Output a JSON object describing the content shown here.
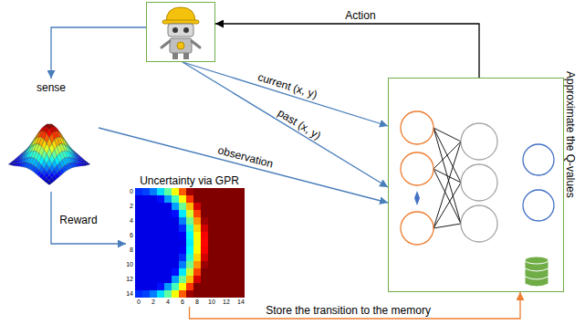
{
  "diagram": {
    "nodes": [
      {
        "text": []
      },
      {
        "text": [
          "sense"
        ]
      },
      {
        "text": [
          "Uncertainty via GPR"
        ]
      },
      {
        "text": [
          "Approximate the Q-values"
        ]
      }
    ],
    "edges": [
      {
        "from": 0,
        "to": 1,
        "arrow": "to"
      },
      {
        "from": 3,
        "to": 0,
        "label": "Action",
        "arrow": "to"
      },
      {
        "from": 0,
        "to": 3,
        "label": "current (x, y)",
        "arrow": "to"
      },
      {
        "from": 0,
        "to": 3,
        "label": "past (x, y)",
        "arrow": "to"
      },
      {
        "from": 1,
        "to": 3,
        "label": "observation",
        "arrow": "to"
      },
      {
        "from": 1,
        "to": 2,
        "label": "Reward",
        "arrow": "to"
      },
      {
        "from": 2,
        "to": 3,
        "label": "Store the transition to the memory",
        "arrow": "to"
      }
    ],
    "labels": [
      "0",
      "2",
      "4",
      "6",
      "8",
      "10",
      "12",
      "14",
      "0",
      "2",
      "4",
      "6",
      "8",
      "10",
      "12",
      "14"
    ]
  }
}
